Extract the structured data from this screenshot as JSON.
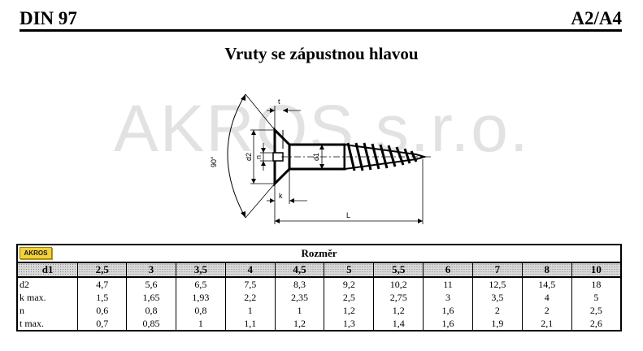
{
  "header": {
    "standard": "DIN 97",
    "material": "A2/A4"
  },
  "subtitle": "Vruty se zápustnou hlavou",
  "watermark": "AKROS  s.r.o.",
  "drawing": {
    "labels": {
      "t": "t",
      "d2": "d2",
      "n": "n",
      "d1": "d1",
      "k": "k",
      "L": "L",
      "angle": "90°"
    }
  },
  "table": {
    "logo": "AKROS",
    "title": "Rozměr",
    "header_label": "d1",
    "sizes": [
      "2,5",
      "3",
      "3,5",
      "4",
      "4,5",
      "5",
      "5,5",
      "6",
      "7",
      "8",
      "10"
    ],
    "rows": [
      {
        "label": "d2",
        "values": [
          "4,7",
          "5,6",
          "6,5",
          "7,5",
          "8,3",
          "9,2",
          "10,2",
          "11",
          "12,5",
          "14,5",
          "18"
        ]
      },
      {
        "label": "k max.",
        "values": [
          "1,5",
          "1,65",
          "1,93",
          "2,2",
          "2,35",
          "2,5",
          "2,75",
          "3",
          "3,5",
          "4",
          "5"
        ]
      },
      {
        "label": "n",
        "values": [
          "0,6",
          "0,8",
          "0,8",
          "1",
          "1",
          "1,2",
          "1,2",
          "1,6",
          "2",
          "2",
          "2,5"
        ]
      },
      {
        "label": "t max.",
        "values": [
          "0,7",
          "0,85",
          "1",
          "1,1",
          "1,2",
          "1,3",
          "1,4",
          "1,6",
          "1,9",
          "2,1",
          "2,6"
        ]
      }
    ]
  },
  "colors": {
    "logo_bg": "#f2d13a",
    "watermark": "#e2e2e2",
    "shade": "#d8d8d8"
  }
}
